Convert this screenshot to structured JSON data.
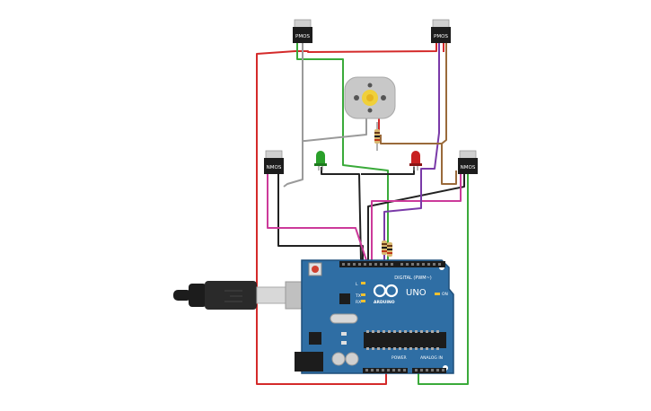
{
  "components": {
    "mosfet_top_left": "PMOS",
    "mosfet_top_right": "PMOS",
    "mosfet_mid_left": "NMOS",
    "mosfet_mid_right": "NMOS"
  },
  "board": {
    "brand": "ARDUINO",
    "model": "UNO",
    "digital_header": "DIGITAL (PWM~)",
    "power_header": "POWER",
    "analog_header": "ANALOG IN",
    "tx": "TX",
    "rx": "RX",
    "l": "L",
    "on": "ON"
  },
  "colors": {
    "wire_red": "#d42a2a",
    "wire_green": "#3aaa3a",
    "wire_gray": "#9a9a9a",
    "wire_black": "#222222",
    "wire_magenta": "#cc3a9a",
    "wire_purple": "#7a3aa8",
    "wire_brown": "#9a6a3a",
    "board_blue": "#2f6ea4",
    "led_green": "#2aa02a",
    "led_red": "#c82020"
  }
}
